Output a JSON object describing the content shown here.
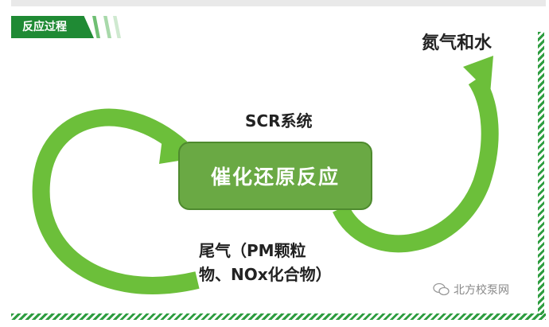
{
  "section": {
    "tag": "反应过程"
  },
  "diagram": {
    "system_label": "SCR系统",
    "process_box": "催化还原反应",
    "input_label": "尾气（PM颗粒物、NOx化合物）",
    "output_label": "氮气和水"
  },
  "watermark": {
    "text": "北方校泵网"
  },
  "colors": {
    "arrow": "#6cbf3a",
    "box": "#6aa944",
    "tag": "#1f8a34",
    "border": "#2e9d40"
  }
}
